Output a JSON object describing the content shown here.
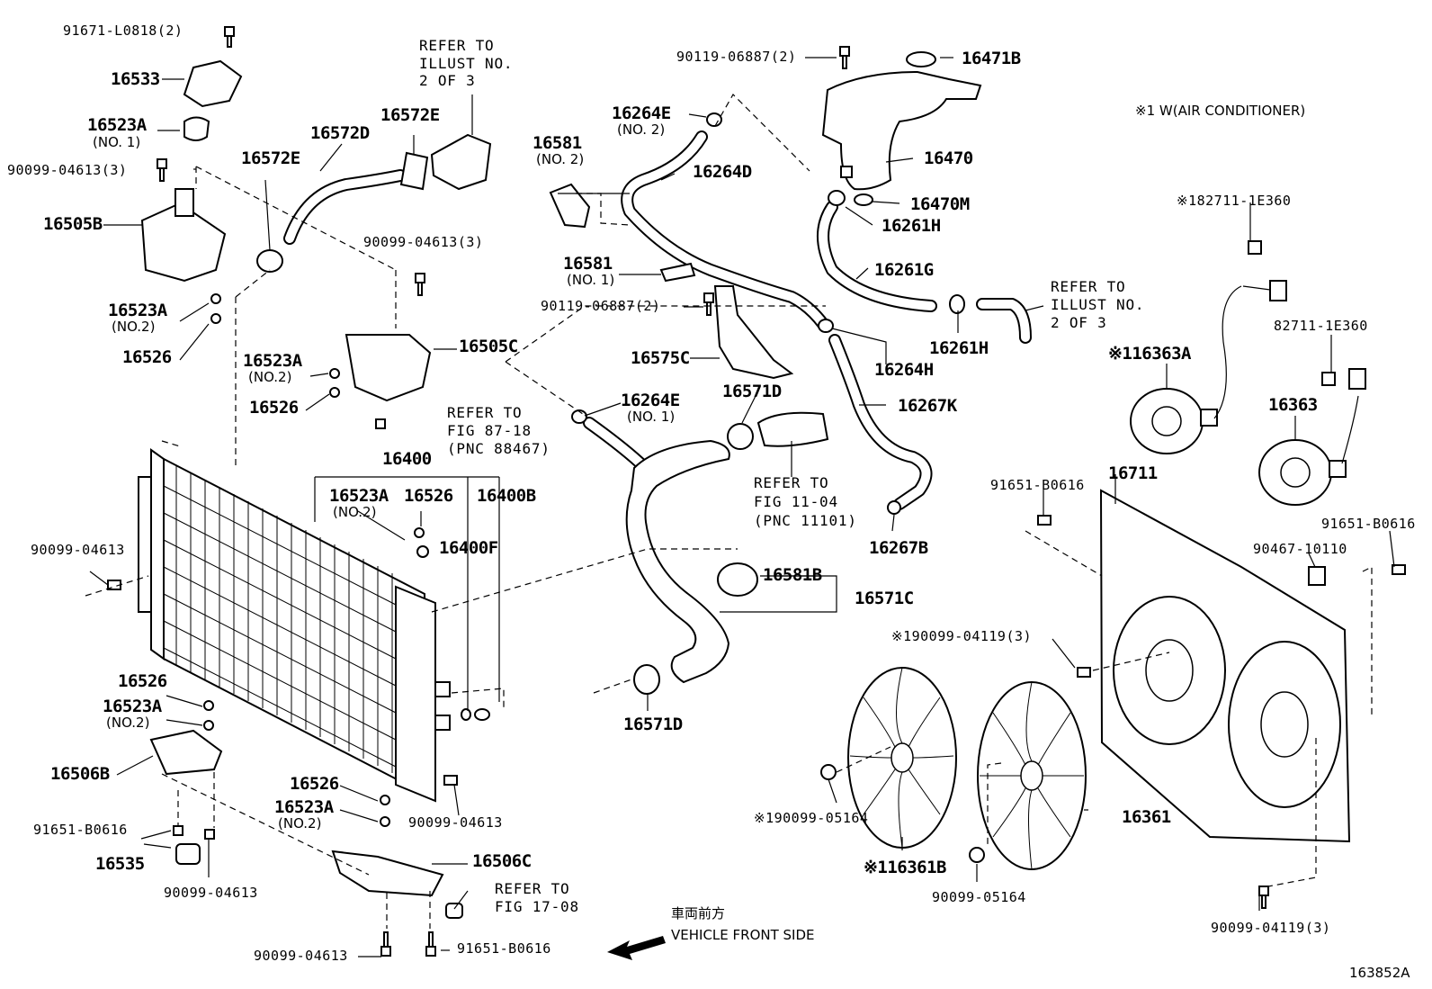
{
  "labels": {
    "p91671": "91671-L0818(2)",
    "p16533": "16533",
    "p16523A_1": "16523A",
    "p16523A_1n": "(NO. 1)",
    "p90099_04613_3a": "90099-04613(3)",
    "p16505B": "16505B",
    "p16523A_2": "16523A",
    "p16523A_2n": "(NO.2)",
    "p16526_a": "16526",
    "p16572E_a": "16572E",
    "p16572D": "16572D",
    "p16572E_b": "16572E",
    "refer_illust_a1": "REFER TO",
    "refer_illust_a2": "ILLUST NO.",
    "refer_illust_a3": "2 OF 3",
    "p90099_04613_3b": "90099-04613(3)",
    "p16505C": "16505C",
    "p16523A_3": "16523A",
    "p16523A_3n": "(NO.2)",
    "p16526_b": "16526",
    "refer_fig87_1": "REFER TO",
    "refer_fig87_2": "FIG 87-18",
    "refer_fig87_3": "(PNC 88467)",
    "p16400": "16400",
    "p16523A_4": "16523A",
    "p16523A_4n": "(NO.2)",
    "p16526_c": "16526",
    "p16400B": "16400B",
    "p16400F": "16400F",
    "p90099_04613_a": "90099-04613",
    "p16526_d": "16526",
    "p16523A_5": "16523A",
    "p16523A_5n": "(NO.2)",
    "p16506B": "16506B",
    "p91651_B0616_a": "91651-B0616",
    "p16535": "16535",
    "p90099_04613_b": "90099-04613",
    "p16526_e": "16526",
    "p16523A_6": "16523A",
    "p16523A_6n": "(NO.2)",
    "p90099_04613_c": "90099-04613",
    "p16506C": "16506C",
    "refer_fig17_1": "REFER TO",
    "refer_fig17_2": "FIG 17-08",
    "p90099_04613_d": "90099-04613",
    "p91651_B0616_b": "91651-B0616",
    "p16264E_2": "16264E",
    "p16264E_2n": "(NO. 2)",
    "p16581_2": "16581",
    "p16581_2n": "(NO. 2)",
    "p16264D": "16264D",
    "p16581_1": "16581",
    "p16581_1n": "(NO. 1)",
    "p90119_06887_b": "90119-06887(2)",
    "p16575C": "16575C",
    "p16264E_1": "16264E",
    "p16264E_1n": "(NO. 1)",
    "p16571D_a": "16571D",
    "refer_fig11_1": "REFER TO",
    "refer_fig11_2": "FIG 11-04",
    "refer_fig11_3": "(PNC 11101)",
    "p16581B": "16581B",
    "p16571C": "16571C",
    "p16571D_b": "16571D",
    "p90119_06887_a": "90119-06887(2)",
    "p16471B": "16471B",
    "p16470": "16470",
    "p16470M": "16470M",
    "p16261H_a": "16261H",
    "p16261G": "16261G",
    "p16261H_b": "16261H",
    "refer_illust_b1": "REFER TO",
    "refer_illust_b2": "ILLUST NO.",
    "refer_illust_b3": "2 OF 3",
    "p16264H": "16264H",
    "p16267K": "16267K",
    "p16267B": "16267B",
    "note_ac": "※1 W(AIR CONDITIONER)",
    "p182711": "※182711-1E360",
    "p82711": "82711-1E360",
    "p16363A": "※116363A",
    "p16363": "16363",
    "p16711": "16711",
    "p91651_B0616_c": "91651-B0616",
    "p91651_B0616_d": "91651-B0616",
    "p90467": "90467-10110",
    "p190099_04119": "※190099-04119(3)",
    "p190099_05164": "※190099-05164",
    "p16361B": "※116361B",
    "p90099_05164": "90099-05164",
    "p16361": "16361",
    "p90099_04119_3": "90099-04119(3)",
    "front_jp": "車両前方",
    "front_en": "VEHICLE FRONT SIDE",
    "diagram_id": "163852A"
  },
  "icons": {
    "front_arrow": "arrow-left-down-icon"
  }
}
